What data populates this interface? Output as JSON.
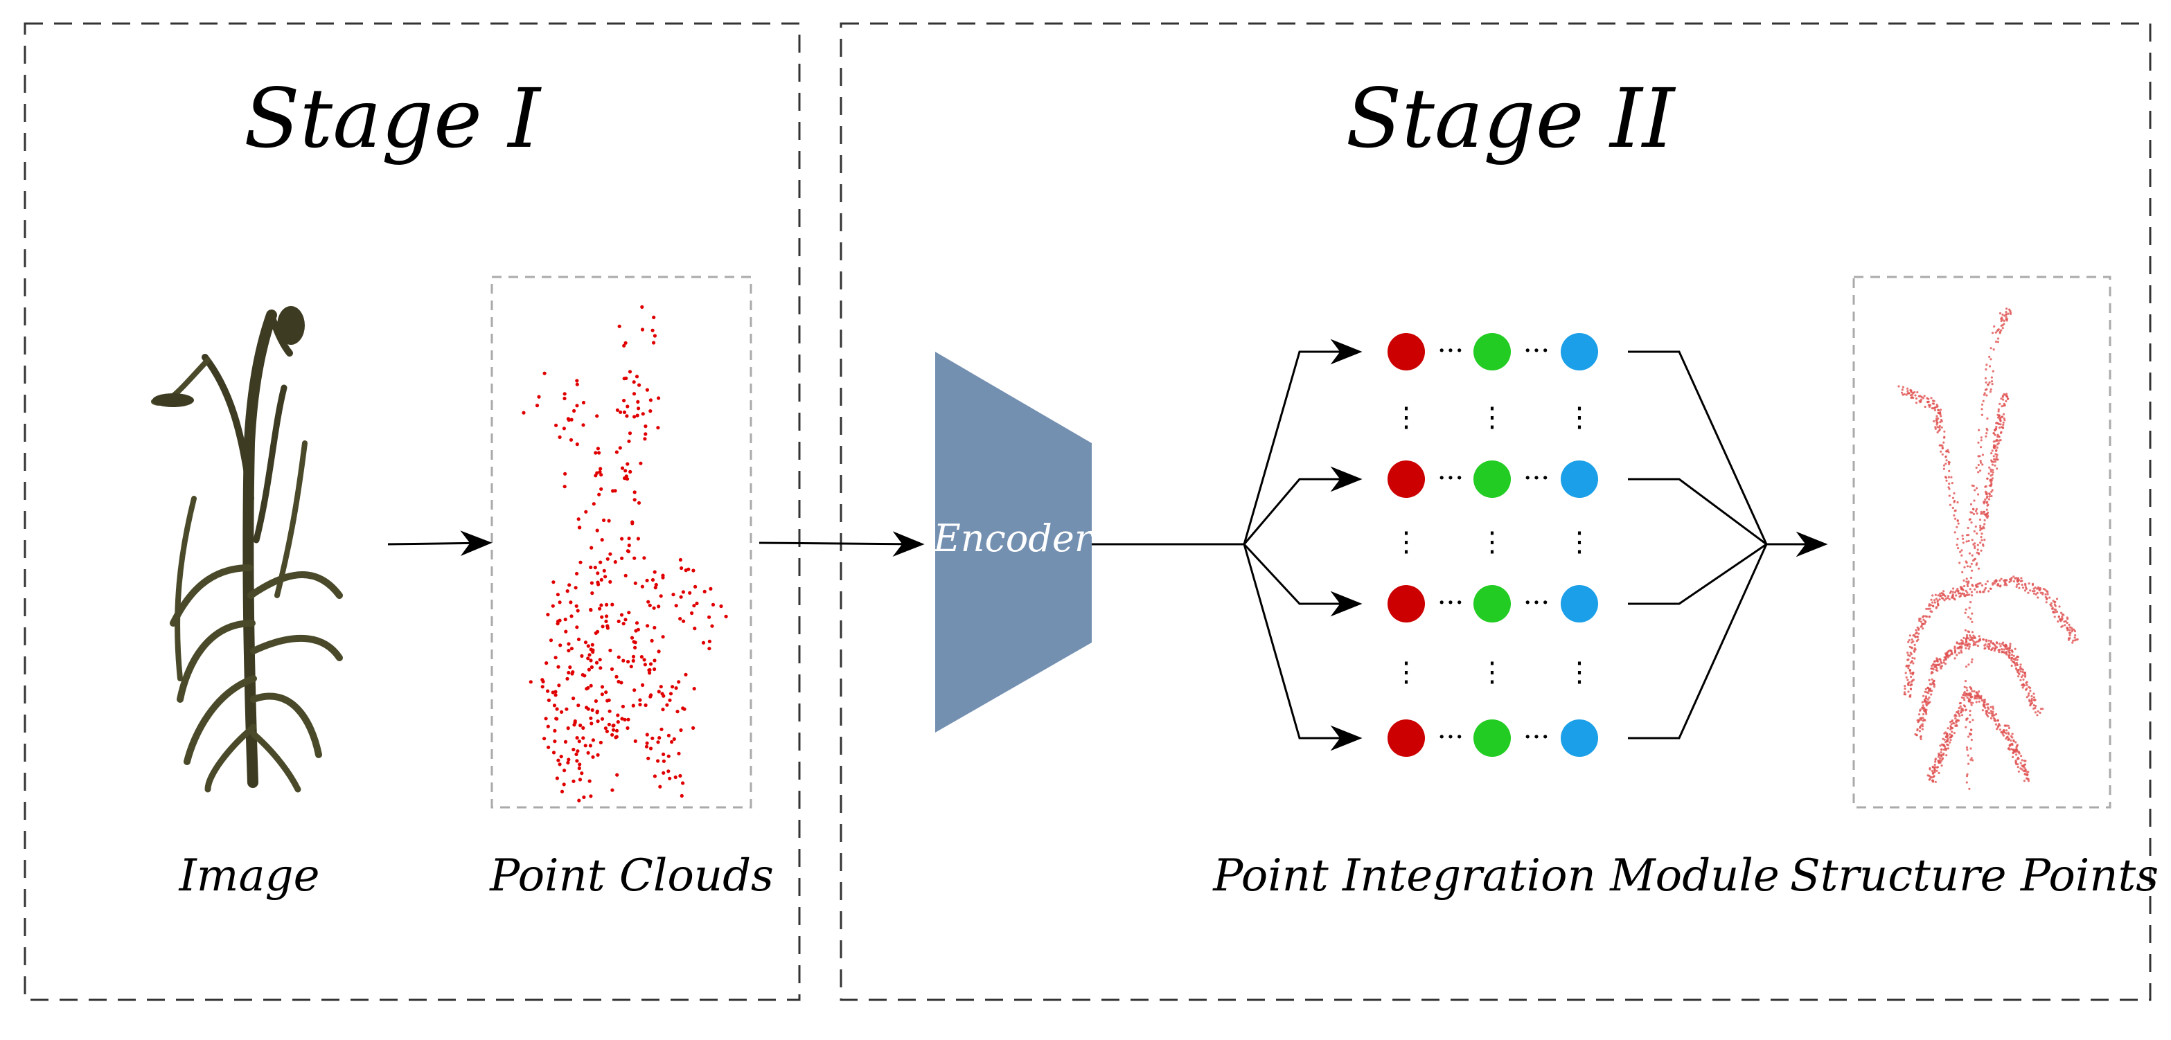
{
  "stages": [
    {
      "title": "Stage I"
    },
    {
      "title": "Stage II"
    }
  ],
  "captions": {
    "image": "Image",
    "point_clouds": "Point Clouds",
    "point_integration": "Point Integration Module",
    "structure_points": "Structure Points"
  },
  "encoder": {
    "label": "Encoder",
    "color": "#7490b1"
  },
  "module": {
    "rows": 4,
    "node_colors": [
      "#cc0000",
      "#22cc22",
      "#1a9fe8"
    ],
    "horizontal_ellipsis": "···",
    "vertical_ellipsis": "⋮"
  },
  "colors": {
    "point_cloud": "#e00000",
    "structure_points": "#e05050",
    "plant_stem": "#3d3b22",
    "plant_leaf": "#4a4a2a",
    "border": "#333333"
  }
}
